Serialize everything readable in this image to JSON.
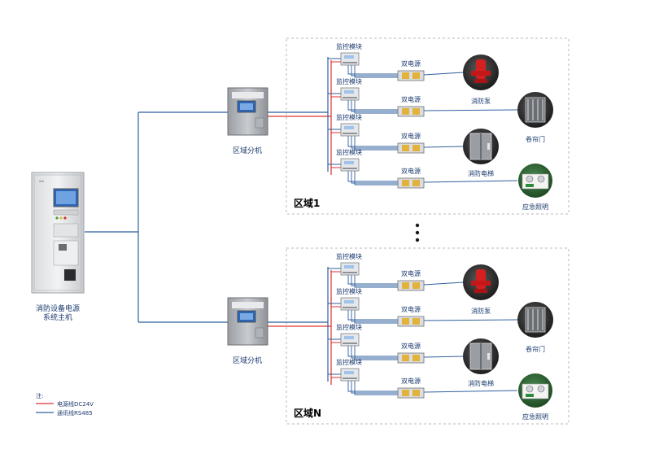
{
  "host": {
    "line1": "消防设备电源",
    "line2": "系统主机"
  },
  "zones": [
    {
      "title": "区域1",
      "panel_label": "区域分机",
      "module_label": "监控模块",
      "supply_label": "双电源",
      "equipment": [
        "消防泵",
        "卷帘门",
        "消防电梯",
        "应急照明"
      ]
    },
    {
      "title": "区域N",
      "panel_label": "区域分机",
      "module_label": "监控模块",
      "supply_label": "双电源",
      "equipment": [
        "消防泵",
        "卷帘门",
        "消防电梯",
        "应急照明"
      ]
    }
  ],
  "legend": {
    "title": "注:",
    "items": [
      {
        "label": "电源线DC24V",
        "color": "#e03030"
      },
      {
        "label": "通讯线RS485",
        "color": "#2f5f9e"
      }
    ]
  },
  "colors": {
    "comm": "#2f5f9e",
    "power": "#e03030",
    "zone_border": "#b8b8b8",
    "text": "#1a3a6e"
  }
}
